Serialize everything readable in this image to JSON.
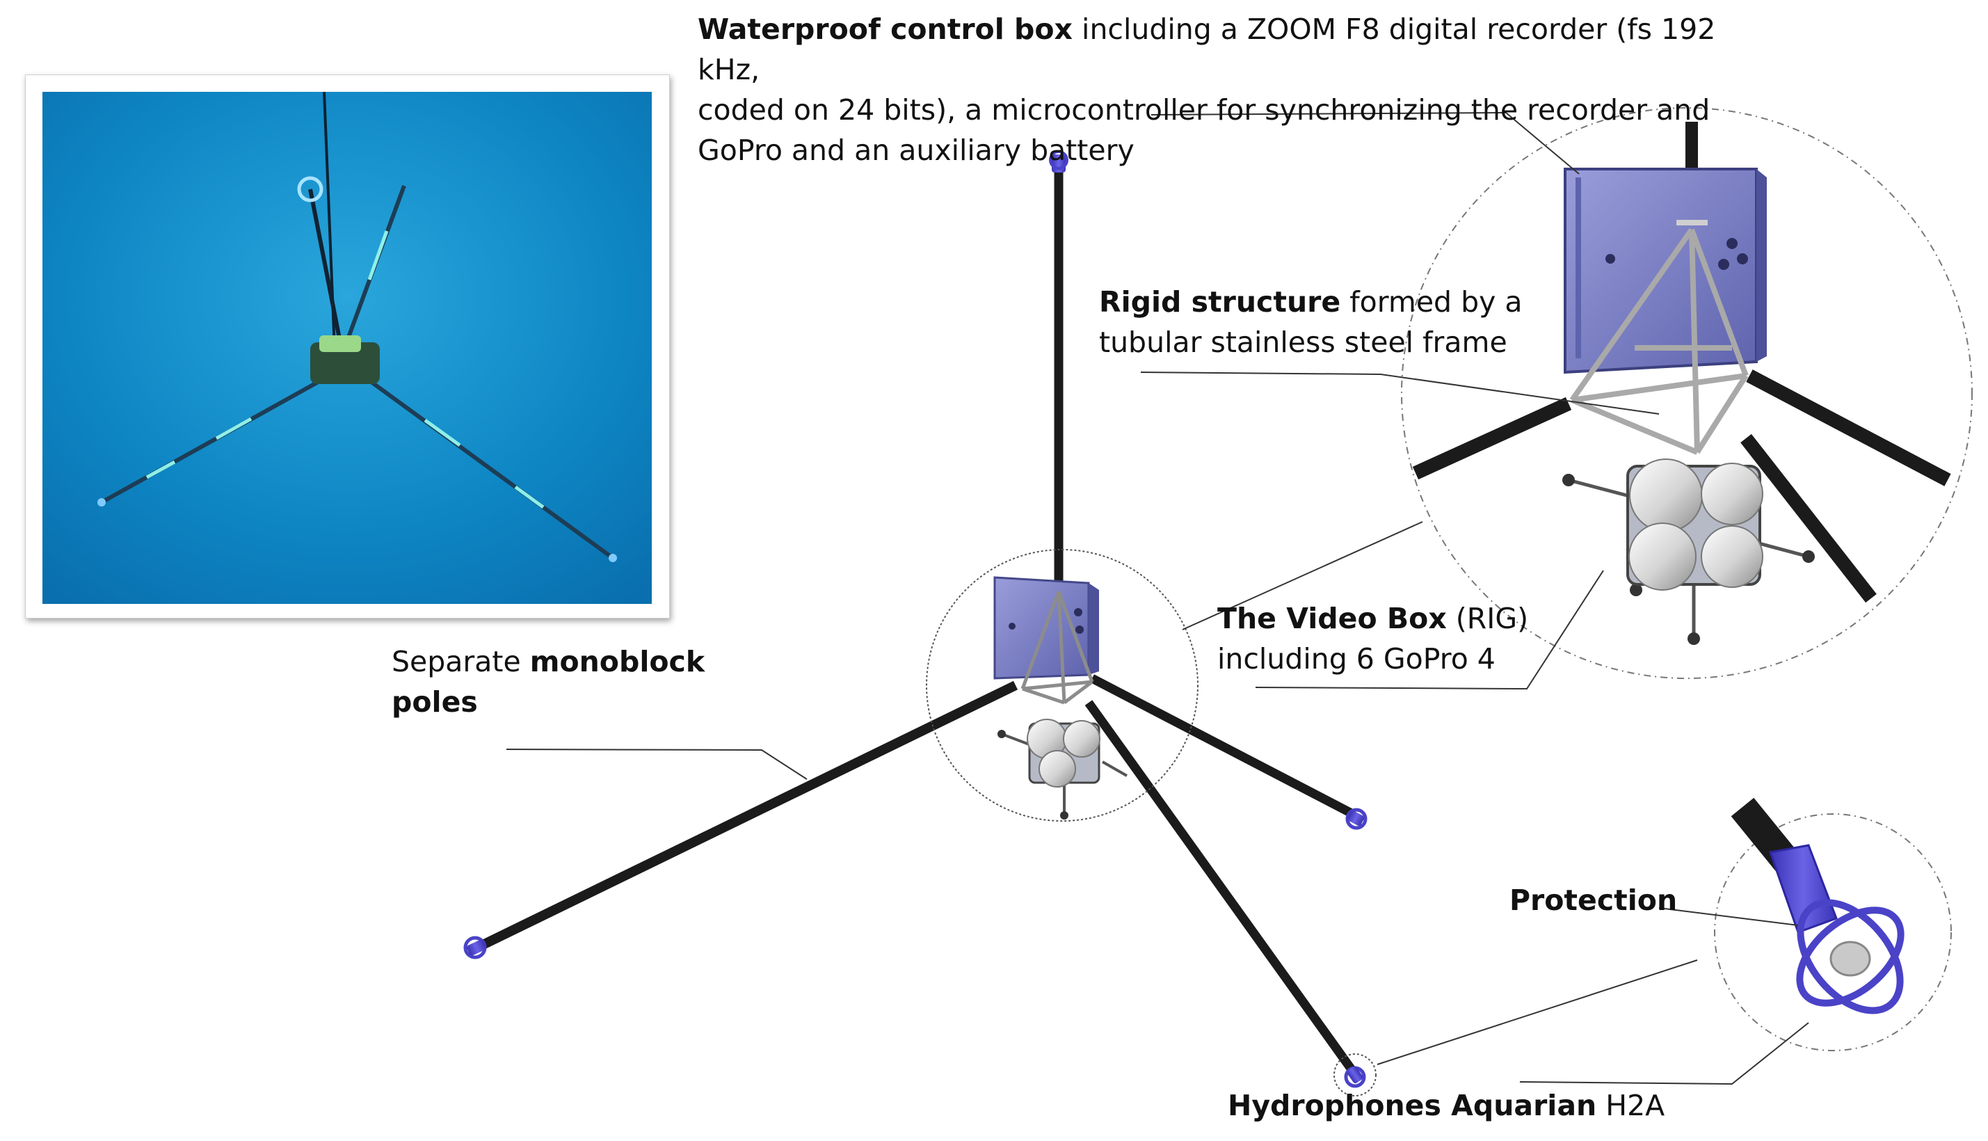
{
  "labels": {
    "control_box_bold": "Waterproof control box",
    "control_box_line1": " including a ZOOM F8 digital recorder (fs 192 kHz,",
    "control_box_line2": "coded on 24 bits), a microcontroller for synchronizing the recorder and",
    "control_box_line3": "GoPro and an auxiliary battery",
    "rigid_bold": "Rigid structure",
    "rigid_line1": " formed by a",
    "rigid_line2": "tubular stainless steel frame",
    "videobox_bold": "The Video Box",
    "videobox_line1": " (RIG)",
    "videobox_line2": "including 6 GoPro 4",
    "poles_plain": "Separate ",
    "poles_bold_1": "monoblock",
    "poles_bold_2": "poles",
    "protection": "Protection",
    "hydrophones_bold": "Hydrophones Aquarian",
    "hydrophones_plain": " H2A"
  },
  "colors": {
    "water": "#0e86c4",
    "water_light": "#2aa6dc",
    "pole": "#1b1b1b",
    "box": "#7b7fc4",
    "hydrophone": "#4a43c8",
    "frame": "#a9a9a9",
    "sphere": "#d8d8d8"
  }
}
